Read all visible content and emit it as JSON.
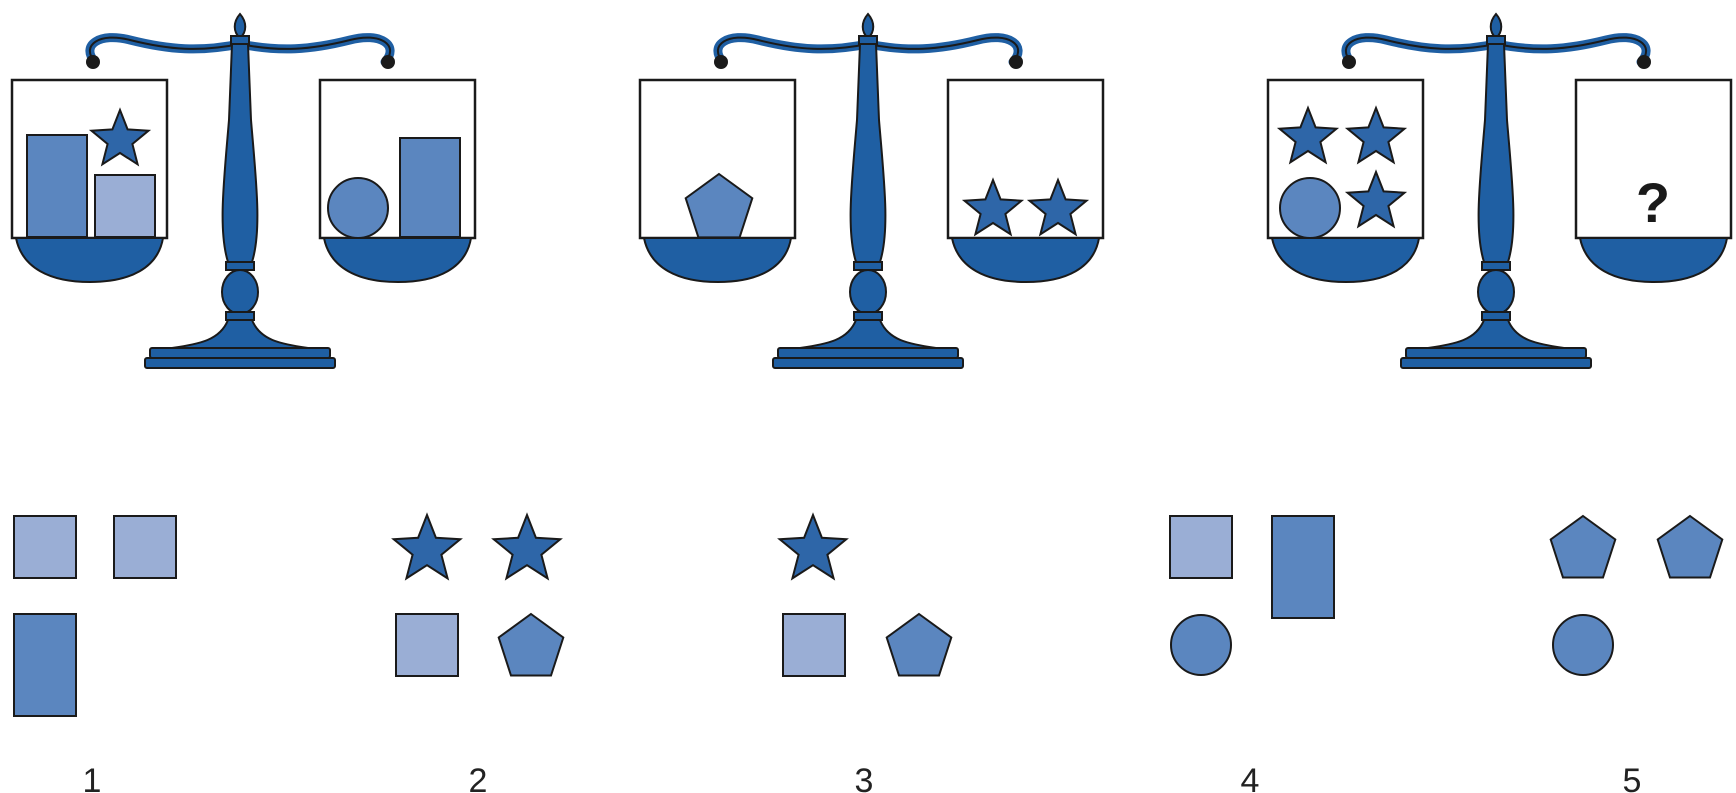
{
  "colors": {
    "scale_dark": "#1f5fa3",
    "shape_mid": "#5b86bf",
    "shape_light": "#9aaed5",
    "star": "#2e66a8",
    "outline": "#1a1a1a",
    "text": "#222222"
  },
  "scales": [
    {
      "left_pan": [
        "tall-rectangle",
        "star",
        "light-square"
      ],
      "right_pan": [
        "circle",
        "tall-rectangle"
      ]
    },
    {
      "left_pan": [
        "pentagon"
      ],
      "right_pan": [
        "star",
        "star"
      ]
    },
    {
      "left_pan": [
        "star",
        "star",
        "circle",
        "star"
      ],
      "right_pan": [
        "question-mark"
      ]
    }
  ],
  "question": {
    "mark": "?"
  },
  "options": [
    {
      "label": "1",
      "items": [
        "light-square",
        "light-square",
        "tall-rectangle"
      ]
    },
    {
      "label": "2",
      "items": [
        "star",
        "star",
        "light-square",
        "pentagon"
      ]
    },
    {
      "label": "3",
      "items": [
        "star",
        "light-square",
        "pentagon"
      ]
    },
    {
      "label": "4",
      "items": [
        "light-square",
        "tall-rectangle",
        "circle"
      ]
    },
    {
      "label": "5",
      "items": [
        "pentagon",
        "pentagon",
        "circle"
      ]
    }
  ]
}
